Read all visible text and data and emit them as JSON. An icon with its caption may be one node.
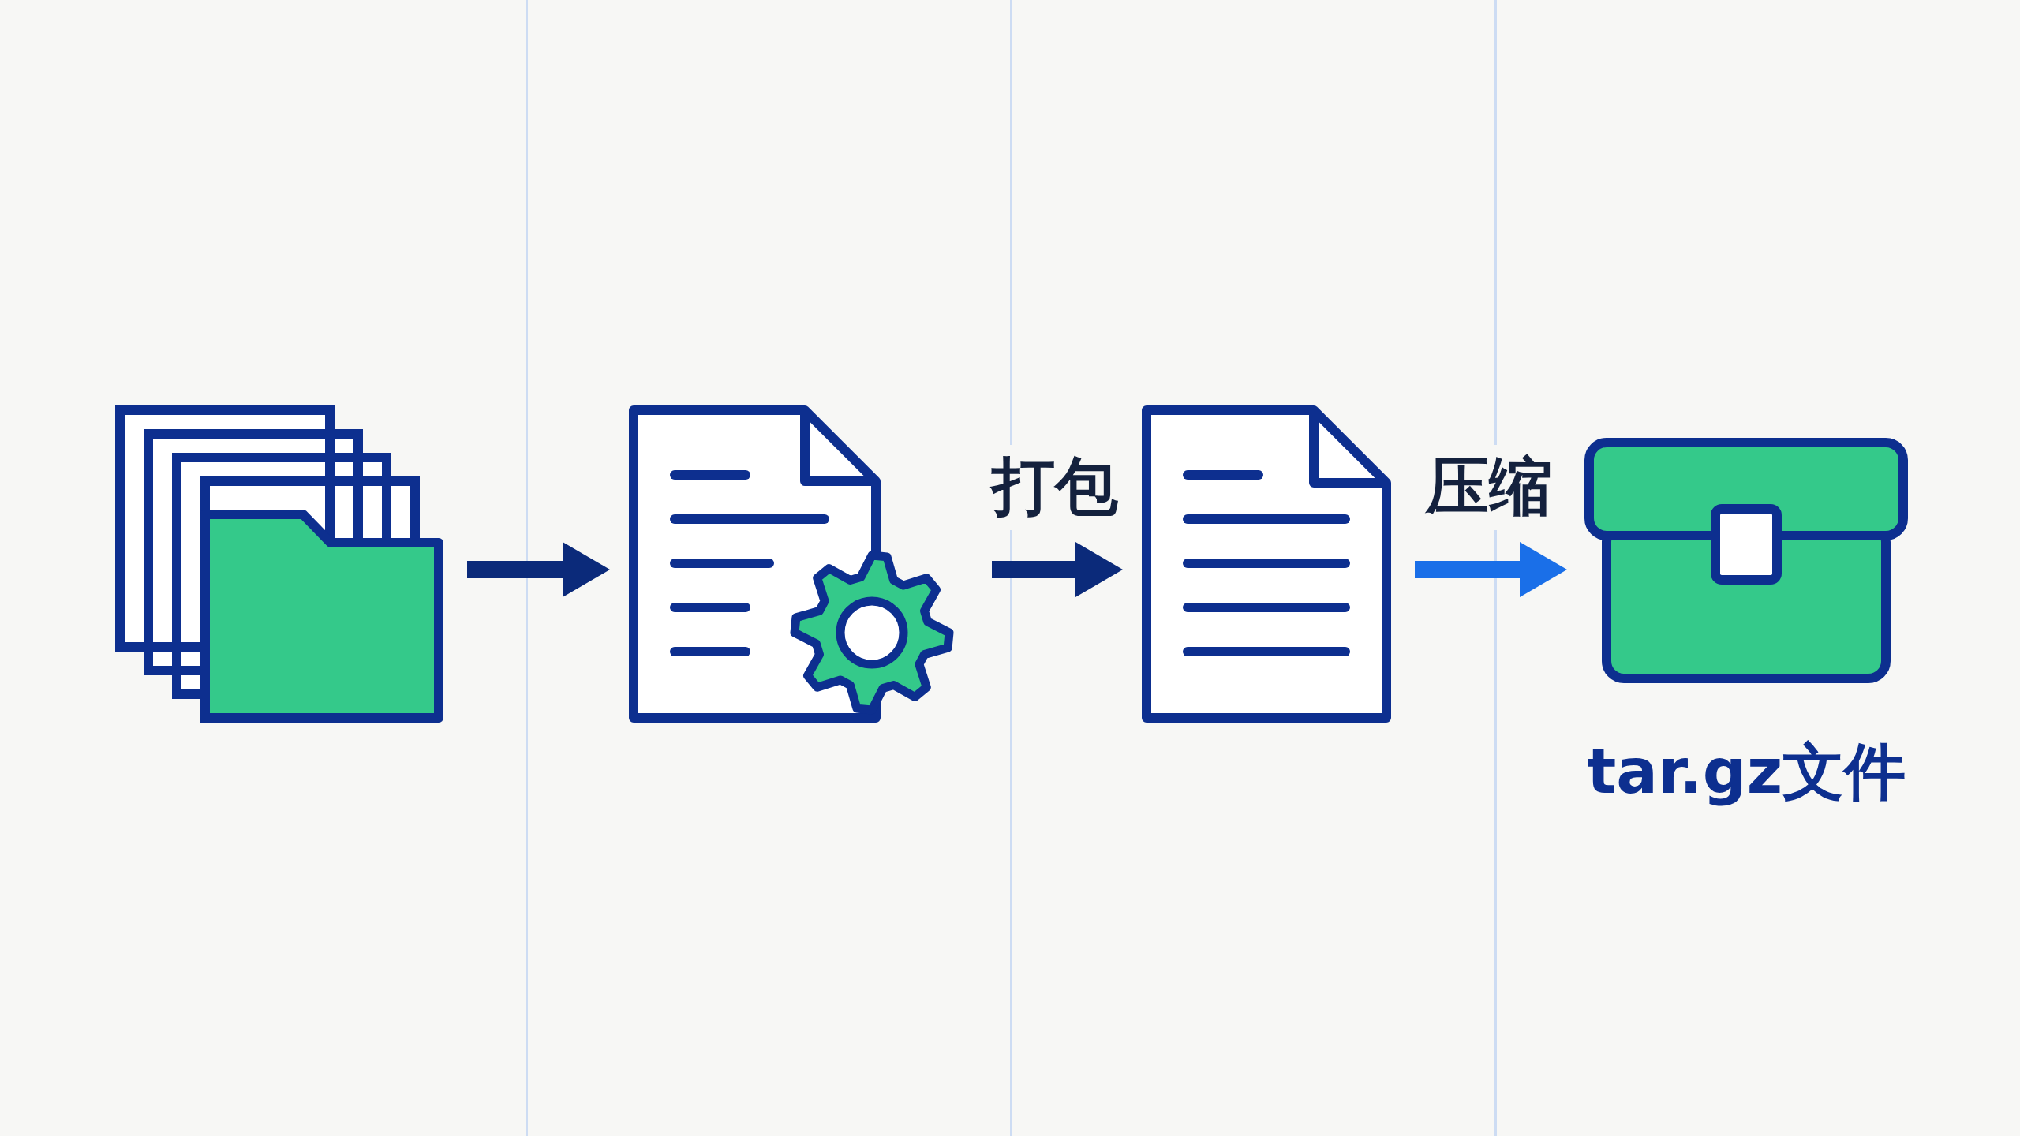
{
  "diagram": {
    "nodes": [
      {
        "text": [],
        "shape": "picture"
      },
      {
        "text": [],
        "shape": "picture"
      },
      {
        "text": [],
        "shape": "picture"
      },
      {
        "text": [
          "tar.gz文件"
        ]
      }
    ],
    "edges": [
      {
        "from": 0,
        "to": 1,
        "arrow": "to"
      },
      {
        "from": 1,
        "to": 2,
        "arrow": "to",
        "label": "打包"
      },
      {
        "from": 2,
        "to": 3,
        "arrow": "to",
        "label": "压缩",
        "color": "#1a6fe8"
      }
    ]
  }
}
